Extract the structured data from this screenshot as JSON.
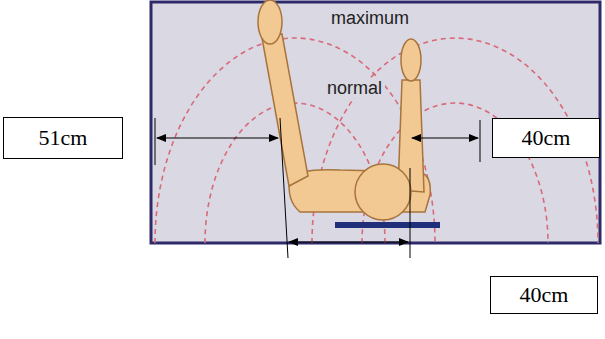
{
  "diagram": {
    "nodes": [
      {
        "text": [
          "51cm"
        ]
      },
      {
        "text": [
          "40cm"
        ]
      },
      {
        "text": [
          "40cm"
        ]
      }
    ],
    "labels": [
      "maximum",
      "normal"
    ]
  }
}
